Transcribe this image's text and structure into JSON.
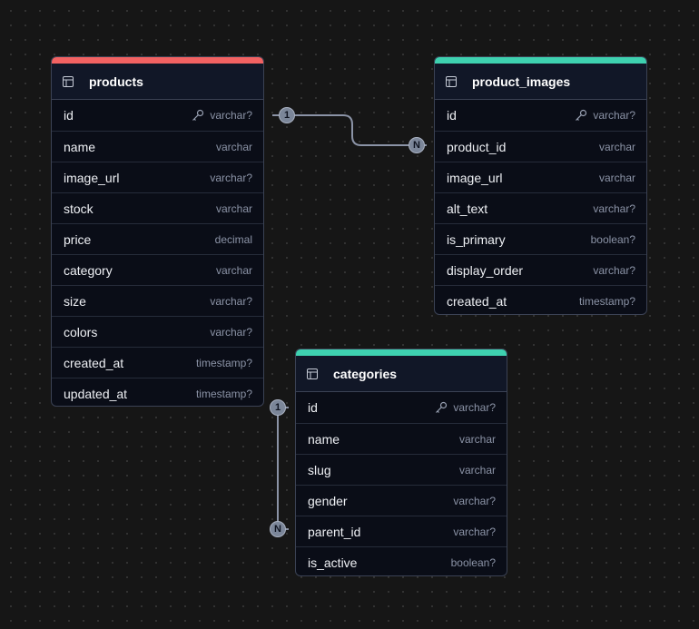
{
  "tables": {
    "products": {
      "name": "products",
      "columns": [
        {
          "name": "id",
          "type": "varchar?",
          "key": true
        },
        {
          "name": "name",
          "type": "varchar"
        },
        {
          "name": "image_url",
          "type": "varchar?"
        },
        {
          "name": "stock",
          "type": "varchar"
        },
        {
          "name": "price",
          "type": "decimal"
        },
        {
          "name": "category",
          "type": "varchar"
        },
        {
          "name": "size",
          "type": "varchar?"
        },
        {
          "name": "colors",
          "type": "varchar?"
        },
        {
          "name": "created_at",
          "type": "timestamp?"
        },
        {
          "name": "updated_at",
          "type": "timestamp?"
        }
      ]
    },
    "product_images": {
      "name": "product_images",
      "columns": [
        {
          "name": "id",
          "type": "varchar?",
          "key": true
        },
        {
          "name": "product_id",
          "type": "varchar"
        },
        {
          "name": "image_url",
          "type": "varchar"
        },
        {
          "name": "alt_text",
          "type": "varchar?"
        },
        {
          "name": "is_primary",
          "type": "boolean?"
        },
        {
          "name": "display_order",
          "type": "varchar?"
        },
        {
          "name": "created_at",
          "type": "timestamp?"
        }
      ]
    },
    "categories": {
      "name": "categories",
      "columns": [
        {
          "name": "id",
          "type": "varchar?",
          "key": true
        },
        {
          "name": "name",
          "type": "varchar"
        },
        {
          "name": "slug",
          "type": "varchar"
        },
        {
          "name": "gender",
          "type": "varchar?"
        },
        {
          "name": "parent_id",
          "type": "varchar?"
        },
        {
          "name": "is_active",
          "type": "boolean?"
        }
      ]
    }
  },
  "relations": [
    {
      "from": "products.id",
      "to": "product_images.product_id",
      "from_label": "1",
      "to_label": "N"
    },
    {
      "from": "categories.id",
      "to": "categories.parent_id",
      "from_label": "1",
      "to_label": "N"
    }
  ],
  "colors": {
    "products_accent": "#f26262",
    "product_images_accent": "#3ed1b0",
    "categories_accent": "#3ed1b0",
    "edge": "#8b93a6"
  }
}
